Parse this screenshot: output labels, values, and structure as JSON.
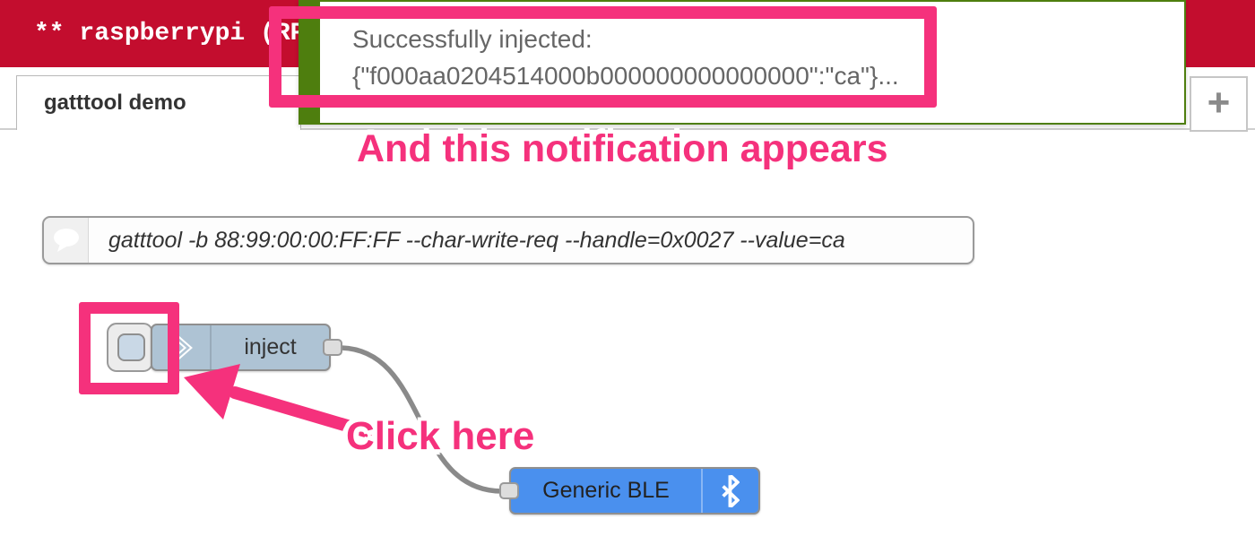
{
  "header": {
    "title": "** raspberrypi (RP",
    "bg_color": "#c30d2e"
  },
  "tabs": {
    "active_tab": "gatttool demo",
    "add_label": "+"
  },
  "notification": {
    "line1": "Successfully injected:",
    "line2": "{\"f000aa0204514000b000000000000000\":\"ca\"}...",
    "border_color": "#4e7e0e",
    "text_color": "#666666"
  },
  "annotations": {
    "notification_note": "And this notification appears",
    "click_note": "Click here",
    "highlight_color": "#f5317c"
  },
  "flow": {
    "comment_node": {
      "text": "gatttool -b 88:99:00:00:FF:FF --char-write-req --handle=0x0027 --value=ca",
      "icon": "speech-bubble-icon"
    },
    "inject_node": {
      "label": "inject",
      "color": "#aec3d4",
      "icon": "chevron-right-icon"
    },
    "ble_node": {
      "label": "Generic BLE",
      "color": "#4a90ee",
      "icon": "bluetooth-icon"
    },
    "wire_color": "#8a8a8a"
  }
}
